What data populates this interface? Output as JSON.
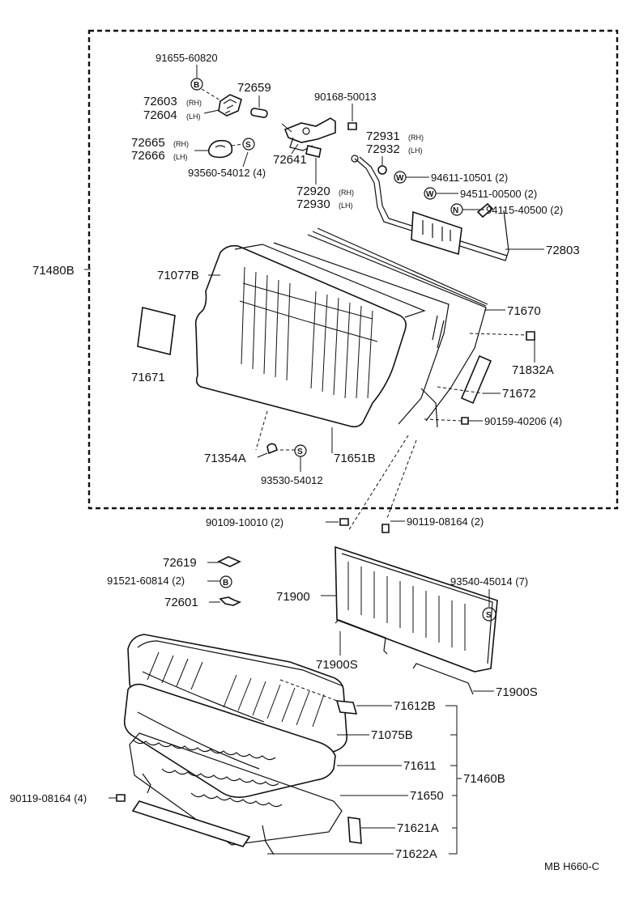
{
  "diagram_code": "MB H660-C",
  "side_markers": {
    "rh": "(RH)",
    "lh": "(LH)"
  },
  "symbols": {
    "b": "B",
    "s": "S",
    "w": "W",
    "n": "N"
  },
  "groups": {
    "seat_back_assy": "71480B",
    "seat_cushion_assy": "71460B"
  },
  "parts": {
    "p91655": "91655-60820",
    "p72659": "72659",
    "p72603": "72603",
    "p72604": "72604",
    "p90168": "90168-50013",
    "p72665": "72665",
    "p72666": "72666",
    "p72641": "72641",
    "p72931": "72931",
    "p72932": "72932",
    "p93560": "93560-54012 (4)",
    "p72920": "72920",
    "p72930": "72930",
    "p94611": "94611-10501 (2)",
    "p94511": "94511-00500 (2)",
    "p94115": "94115-40500 (2)",
    "p72803": "72803",
    "p71077B": "71077B",
    "p71670": "71670",
    "p71832A": "71832A",
    "p71671": "71671",
    "p71672": "71672",
    "p90159": "90159-40206 (4)",
    "p71354A": "71354A",
    "p71651B": "71651B",
    "p93530": "93530-54012",
    "p90109": "90109-10010 (2)",
    "p90119a": "90119-08164 (2)",
    "p72619": "72619",
    "p91521": "91521-60814 (2)",
    "p72601": "72601",
    "p71900": "71900",
    "p93540": "93540-45014 (7)",
    "p71900S_a": "71900S",
    "p71900S_b": "71900S",
    "p71612B": "71612B",
    "p71075B": "71075B",
    "p71611": "71611",
    "p71650": "71650",
    "p90119b": "90119-08164 (4)",
    "p71621A": "71621A",
    "p71622A": "71622A"
  }
}
